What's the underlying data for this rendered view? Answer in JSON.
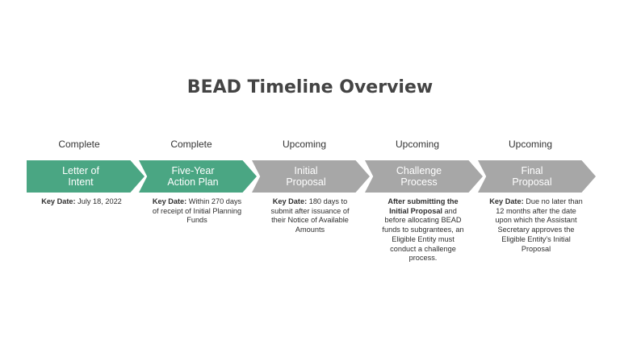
{
  "title": "BEAD Timeline Overview",
  "colors": {
    "complete": "#4aa683",
    "upcoming": "#a7a7a7"
  },
  "steps": [
    {
      "status": "Complete",
      "label_line1": "Letter of",
      "label_line2": "Intent",
      "desc_bold": "Key Date:",
      "desc_text": " July 18, 2022"
    },
    {
      "status": "Complete",
      "label_line1": "Five-Year",
      "label_line2": "Action Plan",
      "desc_bold": "Key Date:",
      "desc_text": " Within 270 days of receipt of Initial Planning Funds"
    },
    {
      "status": "Upcoming",
      "label_line1": "Initial",
      "label_line2": "Proposal",
      "desc_bold": "Key Date:",
      "desc_text": " 180 days to submit after issuance of their Notice of Available Amounts"
    },
    {
      "status": "Upcoming",
      "label_line1": "Challenge",
      "label_line2": "Process",
      "desc_bold": "After submitting the Initial Proposal",
      "desc_text": " and before allocating BEAD funds to subgrantees, an Eligible Entity must conduct a challenge process."
    },
    {
      "status": "Upcoming",
      "label_line1": "Final",
      "label_line2": "Proposal",
      "desc_bold": "Key Date:",
      "desc_text": " Due no later than 12 months after the date upon which the Assistant Secretary approves the Eligible Entity's Initial Proposal"
    }
  ]
}
